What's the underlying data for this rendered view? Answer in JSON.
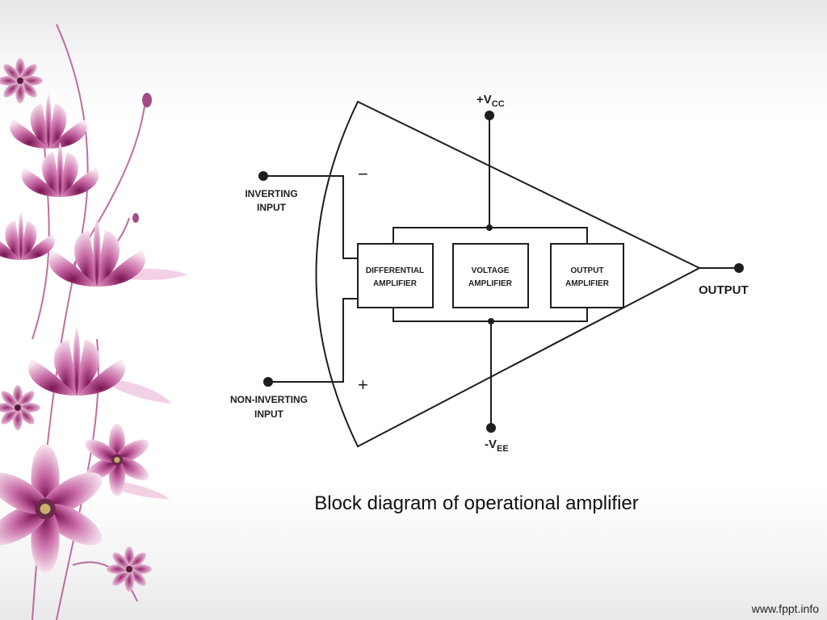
{
  "caption": "Block diagram of operational amplifier",
  "footer": {
    "url": "www.fppt.info"
  },
  "diagram": {
    "supply_positive": "+V",
    "supply_positive_sub": "CC",
    "supply_negative": "-V",
    "supply_negative_sub": "EE",
    "inverting_input": [
      "INVERTING",
      "INPUT"
    ],
    "noninverting_input": [
      "NON-INVERTING",
      "INPUT"
    ],
    "minus_sign": "−",
    "plus_sign": "+",
    "output": "OUTPUT",
    "blocks": [
      {
        "line1": "DIFFERENTIAL",
        "line2": "AMPLIFIER"
      },
      {
        "line1": "VOLTAGE",
        "line2": "AMPLIFIER"
      },
      {
        "line1": "OUTPUT",
        "line2": "AMPLIFIER"
      }
    ]
  },
  "colors": {
    "flower_dark": "#8b1a5e",
    "flower_light": "#f3d6e8",
    "line": "#1e1e1e"
  }
}
